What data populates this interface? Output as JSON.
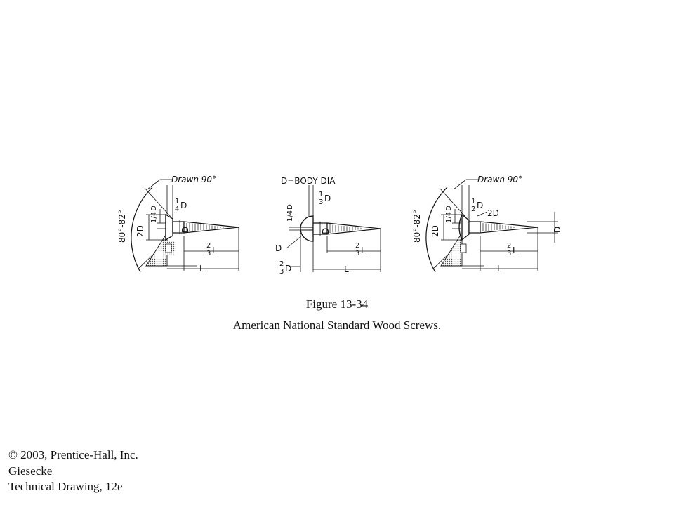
{
  "figure": {
    "number": "Figure 13-34",
    "title": "American National Standard Wood Screws.",
    "definition": "D=BODY DIA",
    "screws": [
      {
        "head": "flat",
        "labels": {
          "drawn": "Drawn 90°",
          "angle": "80°-82°",
          "head_height_top": "1",
          "head_height_bottom": "4",
          "head_height_letter": "D",
          "slot_width_top": "1",
          "slot_width_bottom": "4",
          "slot_width_letter": "D",
          "head_dia": "2D",
          "body_dia": "D",
          "thread_top": "2",
          "thread_bottom": "3",
          "thread_letter": "L",
          "length": "L"
        }
      },
      {
        "head": "round",
        "labels": {
          "slot_top": "1",
          "slot_bottom": "4",
          "slot_letter": "D",
          "head_height_top": "1",
          "head_height_bottom": "3",
          "head_height_letter": "D",
          "body_dia": "D",
          "head_dia": "D",
          "head_dia_top": "2",
          "head_dia_bottom": "3",
          "head_dia_letter": "D",
          "thread_top": "2",
          "thread_bottom": "3",
          "thread_letter": "L",
          "length": "L"
        }
      },
      {
        "head": "oval",
        "labels": {
          "drawn": "Drawn 90°",
          "angle": "80°-82°",
          "head_height_top": "1",
          "head_height_bottom": "2",
          "head_height_letter": "D",
          "radius": "2D",
          "slot_width_top": "1",
          "slot_width_bottom": "4",
          "slot_width_letter": "D",
          "head_dia": "2D",
          "body_dia": "D",
          "thread_top": "2",
          "thread_bottom": "3",
          "thread_letter": "L",
          "length": "L"
        }
      }
    ]
  },
  "credit": {
    "copyright": "© 2003, Prentice-Hall, Inc.",
    "author": "Giesecke",
    "book": "Technical Drawing, 12e"
  }
}
